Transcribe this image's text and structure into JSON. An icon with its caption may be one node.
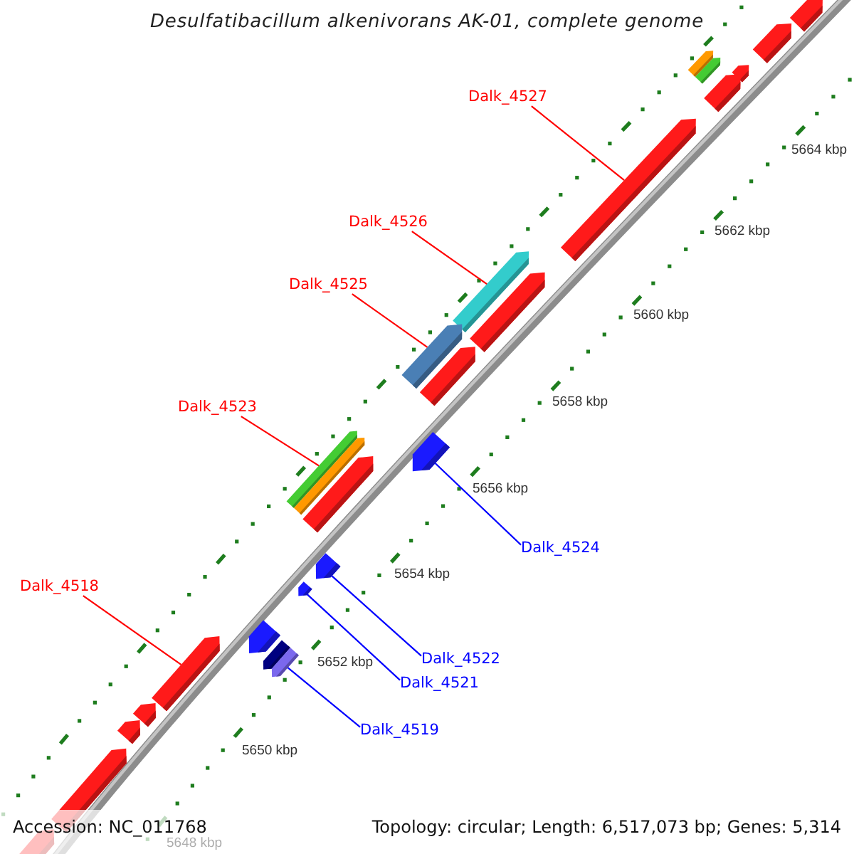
{
  "diagram": {
    "title": "Desulfatibacillum alkenivorans AK-01, complete genome",
    "nodes": [
      {
        "text": [
          "Dalk_4527"
        ]
      },
      {
        "text": [
          "Dalk_4526"
        ]
      },
      {
        "text": [
          "Dalk_4525"
        ]
      },
      {
        "text": [
          "Dalk_4523"
        ]
      },
      {
        "text": [
          "Dalk_4524"
        ]
      },
      {
        "text": [
          "Dalk_4518"
        ]
      },
      {
        "text": [
          "Dalk_4522"
        ]
      },
      {
        "text": [
          "Dalk_4521"
        ]
      },
      {
        "text": [
          "Dalk_4519"
        ]
      },
      {
        "text": [],
        "shape": "bar"
      },
      {
        "text": [],
        "shape": "bar"
      },
      {
        "text": [],
        "shape": "bar"
      },
      {
        "text": [],
        "shape": "bar"
      },
      {
        "text": [],
        "shape": "bar"
      },
      {
        "text": [],
        "shape": "bar"
      },
      {
        "text": [],
        "shape": "bar"
      },
      {
        "text": [],
        "shape": "bar"
      },
      {
        "text": [],
        "shape": "bar"
      },
      {
        "text": [],
        "shape": "bar"
      },
      {
        "text": [],
        "shape": "bar"
      },
      {
        "text": [],
        "shape": "bar"
      },
      {
        "text": [],
        "shape": "bar"
      },
      {
        "text": [],
        "shape": "bar"
      },
      {
        "text": [],
        "shape": "bar"
      },
      {
        "text": [],
        "shape": "bar"
      },
      {
        "text": [],
        "shape": "bar"
      },
      {
        "text": [],
        "shape": "bar"
      },
      {
        "text": [],
        "shape": "bar"
      },
      {
        "text": [],
        "shape": "bar"
      },
      {
        "text": [],
        "shape": "bar"
      },
      {
        "text": [],
        "shape": "bar"
      }
    ],
    "edges": [
      {
        "from": 0,
        "to": 9,
        "arrow": "none"
      },
      {
        "from": 1,
        "to": 10,
        "arrow": "none"
      },
      {
        "from": 2,
        "to": 11,
        "arrow": "none"
      },
      {
        "from": 3,
        "to": 12,
        "arrow": "none"
      },
      {
        "from": 4,
        "to": 13,
        "arrow": "none",
        "color": "#0000ff"
      },
      {
        "from": 5,
        "to": 14,
        "arrow": "none"
      },
      {
        "from": 6,
        "to": 15,
        "arrow": "none",
        "color": "#0000ff"
      },
      {
        "from": 7,
        "to": 16,
        "arrow": "none",
        "color": "#0000ff"
      },
      {
        "from": 8,
        "to": 17,
        "arrow": "none",
        "color": "#0000ff"
      }
    ],
    "labels": [
      "5664 kbp",
      "5662 kbp",
      "5660 kbp",
      "5658 kbp",
      "5656 kbp",
      "5654 kbp",
      "5652 kbp",
      "5650 kbp",
      "Accession: NC_011768",
      "Topology: circular; Length: 6,517,073 bp; Genes: 5,314",
      "5648 kbp"
    ]
  }
}
